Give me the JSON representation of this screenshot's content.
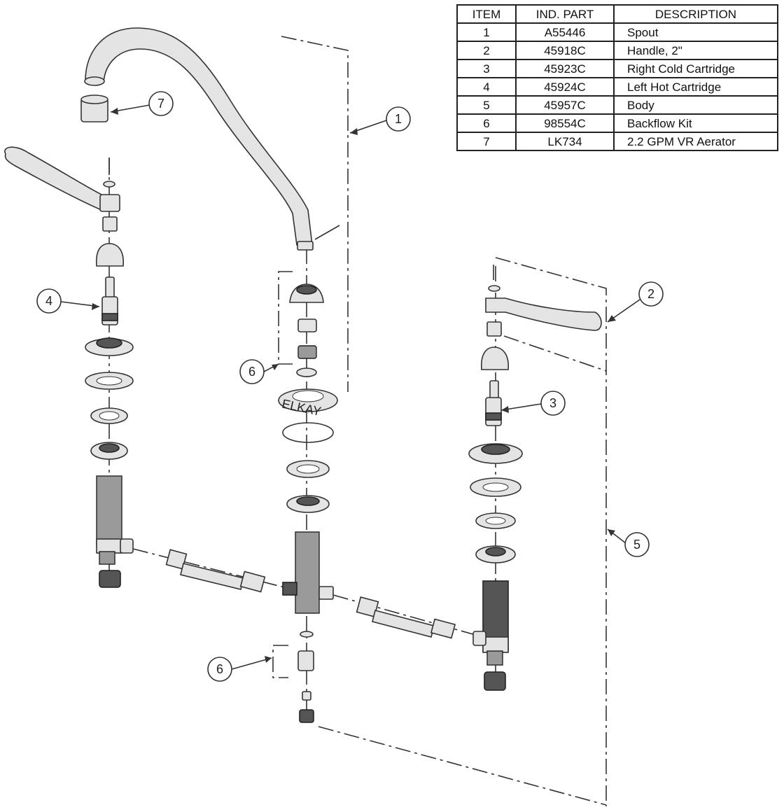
{
  "parts_table": {
    "headers": {
      "item": "ITEM",
      "part": "IND. PART",
      "description": "DESCRIPTION"
    },
    "rows": [
      {
        "item": "1",
        "part": "A55446",
        "description": "Spout"
      },
      {
        "item": "2",
        "part": "45918C",
        "description": "Handle, 2\""
      },
      {
        "item": "3",
        "part": "45923C",
        "description": "Right Cold Cartridge"
      },
      {
        "item": "4",
        "part": "45924C",
        "description": "Left Hot Cartridge"
      },
      {
        "item": "5",
        "part": "45957C",
        "description": "Body"
      },
      {
        "item": "6",
        "part": "98554C",
        "description": "Backflow Kit"
      },
      {
        "item": "7",
        "part": "LK734",
        "description": "2.2 GPM VR Aerator"
      }
    ]
  },
  "callouts": {
    "spout": "1",
    "handle": "2",
    "right_cartridge": "3",
    "left_cartridge": "4",
    "body": "5",
    "backflow_upper": "6",
    "backflow_lower": "6",
    "aerator": "7"
  },
  "brand_mark": "ELKAY"
}
